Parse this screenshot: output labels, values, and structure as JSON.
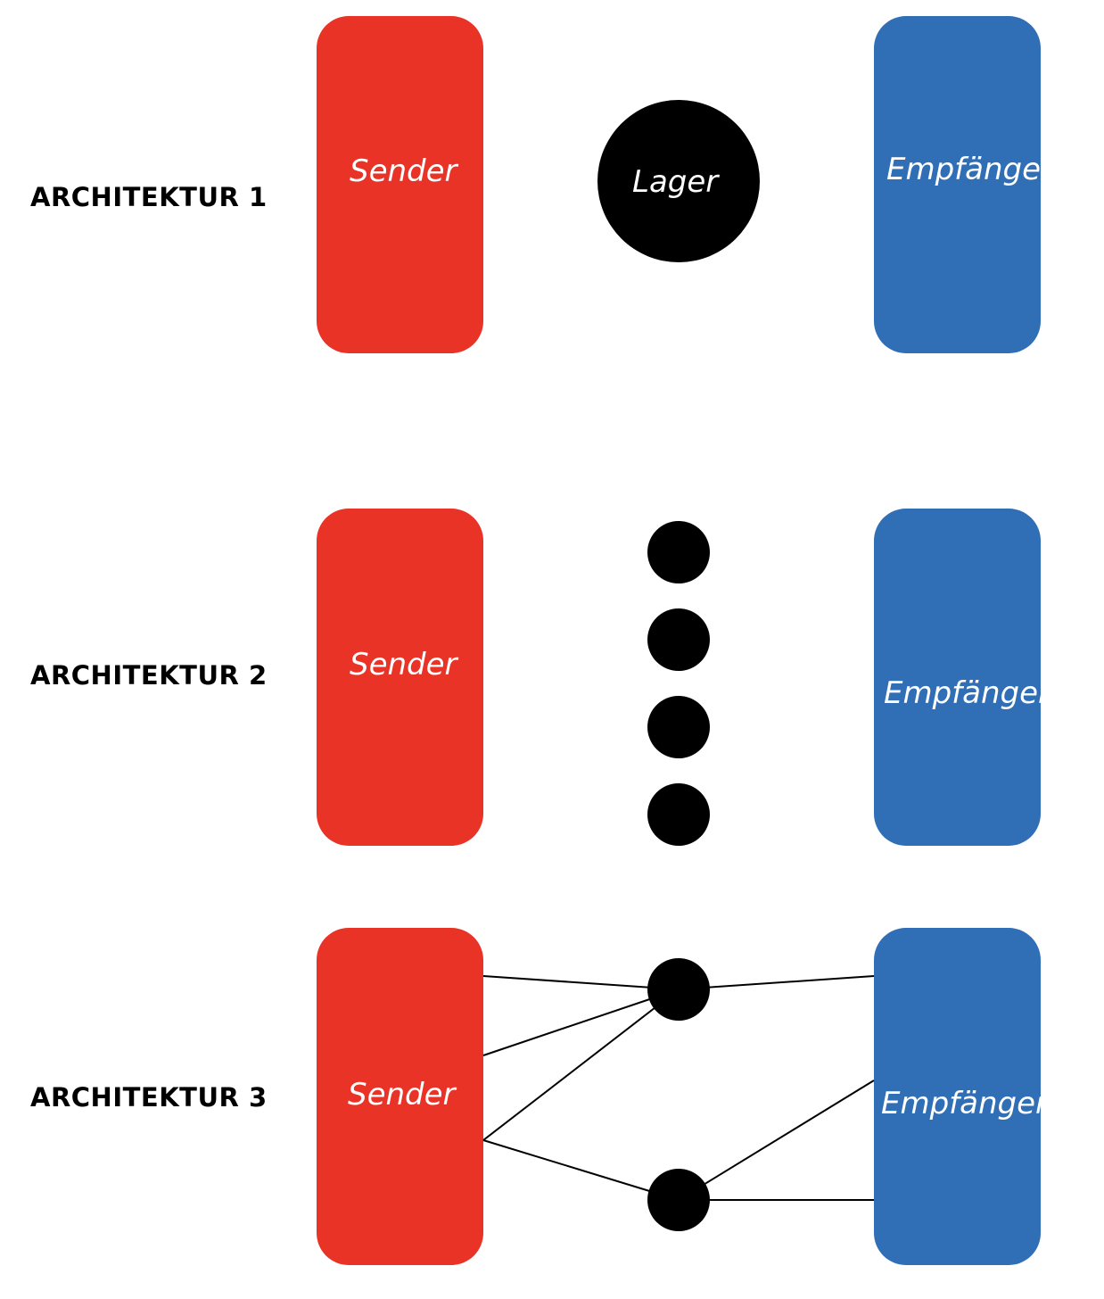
{
  "colors": {
    "sender": "#E93327",
    "receiver": "#306EB5",
    "node": "#000000",
    "label": "#000000",
    "edge": "#000000"
  },
  "rows": [
    {
      "label": "ARCHITEKTUR 1",
      "sender": "Sender",
      "receiver": "Empfänger",
      "store": "Lager"
    },
    {
      "label": "ARCHITEKTUR 2",
      "sender": "Sender",
      "receiver": "Empfänger"
    },
    {
      "label": "ARCHITEKTUR 3",
      "sender": "Sender",
      "receiver": "Empfänger"
    }
  ]
}
